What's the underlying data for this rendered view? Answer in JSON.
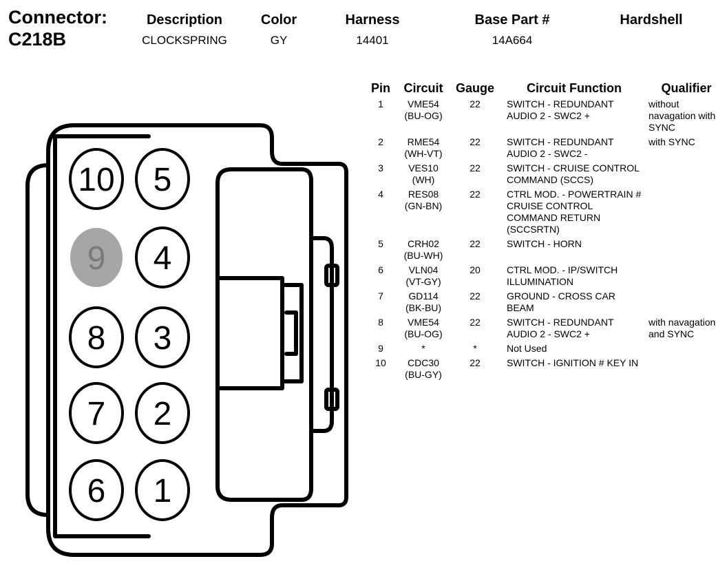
{
  "header": {
    "connector_label": "Connector:",
    "connector_id": "C218B",
    "columns": [
      {
        "label": "Description",
        "value": "CLOCKSPRING"
      },
      {
        "label": "Color",
        "value": "GY"
      },
      {
        "label": "Harness",
        "value": "14401"
      },
      {
        "label": "Base Part #",
        "value": "14A664"
      },
      {
        "label": "Hardshell",
        "value": ""
      }
    ]
  },
  "table": {
    "headers": {
      "pin": "Pin",
      "circuit": "Circuit",
      "gauge": "Gauge",
      "function": "Circuit Function",
      "qualifier": "Qualifier"
    },
    "rows": [
      {
        "pin": "1",
        "circuit": "VME54",
        "wire": "(BU-OG)",
        "gauge": "22",
        "function": "SWITCH - REDUNDANT AUDIO 2 - SWC2 +",
        "qualifier": "without navagation with SYNC"
      },
      {
        "pin": "2",
        "circuit": "RME54",
        "wire": "(WH-VT)",
        "gauge": "22",
        "function": "SWITCH - REDUNDANT AUDIO 2 - SWC2 -",
        "qualifier": "with SYNC"
      },
      {
        "pin": "3",
        "circuit": "VES10",
        "wire": "(WH)",
        "gauge": "22",
        "function": "SWITCH - CRUISE CONTROL COMMAND (SCCS)",
        "qualifier": ""
      },
      {
        "pin": "4",
        "circuit": "RES08",
        "wire": "(GN-BN)",
        "gauge": "22",
        "function": "CTRL MOD. - POWERTRAIN # CRUISE CONTROL COMMAND RETURN (SCCSRTN)",
        "qualifier": ""
      },
      {
        "pin": "5",
        "circuit": "CRH02",
        "wire": "(BU-WH)",
        "gauge": "22",
        "function": "SWITCH - HORN",
        "qualifier": ""
      },
      {
        "pin": "6",
        "circuit": "VLN04",
        "wire": "(VT-GY)",
        "gauge": "20",
        "function": "CTRL MOD. - IP/SWITCH ILLUMINATION",
        "qualifier": ""
      },
      {
        "pin": "7",
        "circuit": "GD114",
        "wire": "(BK-BU)",
        "gauge": "22",
        "function": "GROUND - CROSS CAR BEAM",
        "qualifier": ""
      },
      {
        "pin": "8",
        "circuit": "VME54",
        "wire": "(BU-OG)",
        "gauge": "22",
        "function": "SWITCH - REDUNDANT AUDIO 2 - SWC2 +",
        "qualifier": "with navagation and SYNC"
      },
      {
        "pin": "9",
        "circuit": "*",
        "wire": "",
        "gauge": "*",
        "function": "Not Used",
        "qualifier": ""
      },
      {
        "pin": "10",
        "circuit": "CDC30",
        "wire": "(BU-GY)",
        "gauge": "22",
        "function": "SWITCH - IGNITION # KEY IN",
        "qualifier": ""
      }
    ]
  },
  "connector_pins": [
    {
      "label": "10",
      "used": true
    },
    {
      "label": "5",
      "used": true
    },
    {
      "label": "9",
      "used": false
    },
    {
      "label": "4",
      "used": true
    },
    {
      "label": "8",
      "used": true
    },
    {
      "label": "3",
      "used": true
    },
    {
      "label": "7",
      "used": true
    },
    {
      "label": "2",
      "used": true
    },
    {
      "label": "6",
      "used": true
    },
    {
      "label": "1",
      "used": true
    }
  ],
  "colors": {
    "unused_pin_fill": "#a6a6a6",
    "unused_pin_text": "#7a7a7a",
    "line": "#000000"
  }
}
